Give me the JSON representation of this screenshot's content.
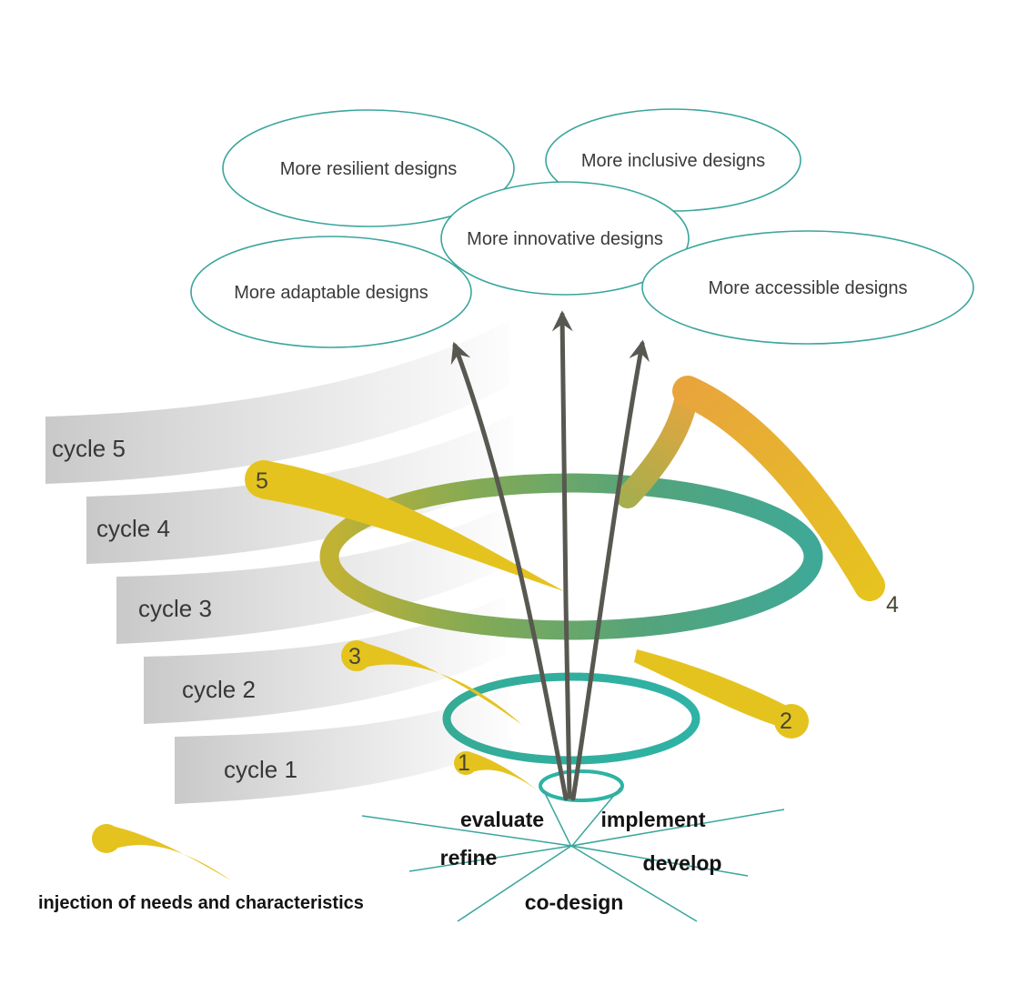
{
  "bubbles": [
    {
      "label": "More resilient designs"
    },
    {
      "label": "More inclusive designs"
    },
    {
      "label": "More innovative designs"
    },
    {
      "label": "More adaptable designs"
    },
    {
      "label": "More accessible designs"
    }
  ],
  "cycles": [
    {
      "label": "cycle 5"
    },
    {
      "label": "cycle 4"
    },
    {
      "label": "cycle 3"
    },
    {
      "label": "cycle 2"
    },
    {
      "label": "cycle 1"
    }
  ],
  "injections": [
    {
      "label": "1"
    },
    {
      "label": "2"
    },
    {
      "label": "3"
    },
    {
      "label": "4"
    },
    {
      "label": "5"
    }
  ],
  "stages": {
    "evaluate": "evaluate",
    "implement": "implement",
    "refine": "refine",
    "develop": "develop",
    "codesign": "co-design"
  },
  "legend": {
    "label": "injection of needs and characteristics"
  },
  "colors": {
    "teal": "#3aa69c",
    "spiral_teal": "#2eb3a4",
    "spiral_green": "#57a47b",
    "yellow": "#e5c31f",
    "orange": "#e8a53c",
    "arrow_gray": "#585850",
    "band_gray": "#c9c9c9",
    "text_dark": "#3a3a3a"
  }
}
